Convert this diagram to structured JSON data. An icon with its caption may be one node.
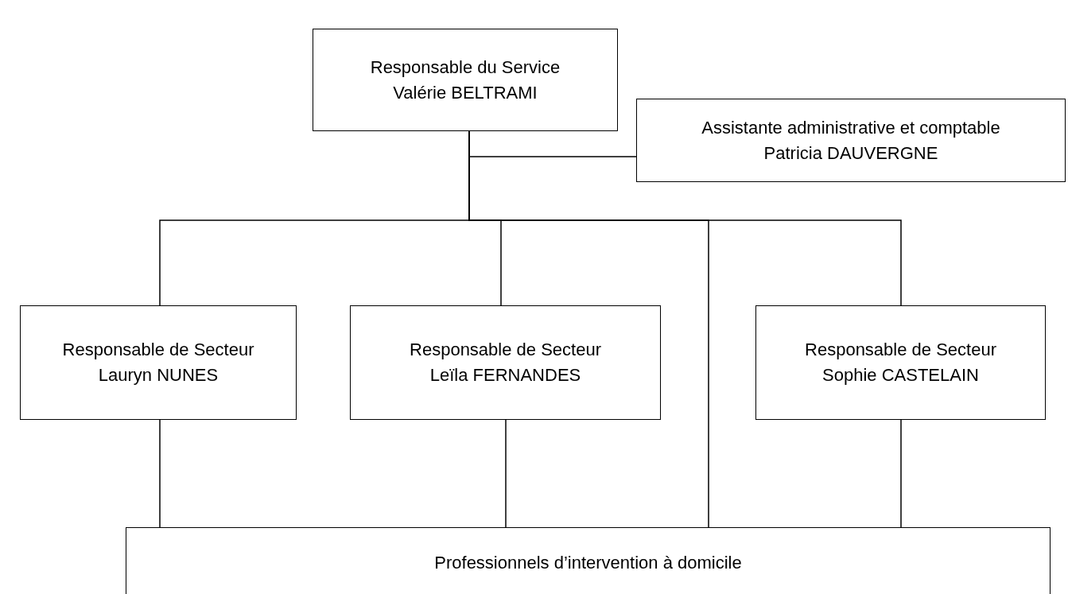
{
  "diagram": {
    "nodes": [
      {
        "text": [
          "Responsable du Service",
          "Valérie BELTRAMI"
        ]
      },
      {
        "text": [
          "Assistante administrative et comptable",
          "Patricia DAUVERGNE"
        ]
      },
      {
        "text": [
          "Responsable de Secteur",
          "Lauryn NUNES"
        ]
      },
      {
        "text": [
          "Responsable de Secteur",
          "Leïla FERNANDES"
        ]
      },
      {
        "text": [
          "Responsable de Secteur",
          "Sophie CASTELAIN"
        ]
      },
      {
        "text": [
          "Professionnels d’intervention à domicile"
        ]
      }
    ],
    "edges": [
      {
        "from": 0,
        "to": 1,
        "arrow": "none"
      },
      {
        "from": 0,
        "to": 2,
        "arrow": "none"
      },
      {
        "from": 0,
        "to": 3,
        "arrow": "none"
      },
      {
        "from": 0,
        "to": 5,
        "arrow": "none"
      },
      {
        "from": 0,
        "to": 4,
        "arrow": "none"
      },
      {
        "from": 2,
        "to": 5,
        "arrow": "none"
      },
      {
        "from": 3,
        "to": 5,
        "arrow": "none"
      },
      {
        "from": 4,
        "to": 5,
        "arrow": "none"
      }
    ]
  }
}
